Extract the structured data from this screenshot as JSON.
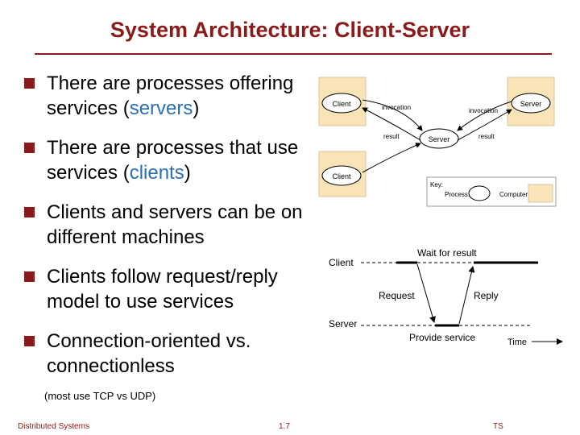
{
  "title": "System Architecture: Client-Server",
  "bullets": [
    {
      "before": "There are processes offering services (",
      "highlight": "servers",
      "after": ")"
    },
    {
      "before": "There are processes that use services (",
      "highlight": "clients",
      "after": ")"
    },
    {
      "before": "Clients and servers can be on different machines",
      "highlight": "",
      "after": ""
    },
    {
      "before": "Clients follow request/reply model to use services",
      "highlight": "",
      "after": ""
    },
    {
      "before": "Connection-oriented vs. connectionless",
      "highlight": "",
      "after": ""
    }
  ],
  "note": "(most use TCP vs UDP)",
  "diagram1": {
    "client_top": "Client",
    "client_bottom": "Client",
    "server_right": "Server",
    "server_center": "Server",
    "invocation_left": "invocation",
    "invocation_right": "invocation",
    "result_left": "result",
    "result_right": "result",
    "key": "Key:",
    "process": "Process:",
    "computer": "Computer:"
  },
  "diagram2": {
    "client": "Client",
    "server": "Server",
    "wait": "Wait for result",
    "request": "Request",
    "reply": "Reply",
    "provide": "Provide service",
    "time": "Time"
  },
  "footer": {
    "left": "Distributed Systems",
    "center": "1.7",
    "right": "TS"
  },
  "colors": {
    "accent": "#8b1a1a",
    "highlight": "#2a6fb0",
    "box_fill": "#f9e4b8"
  }
}
